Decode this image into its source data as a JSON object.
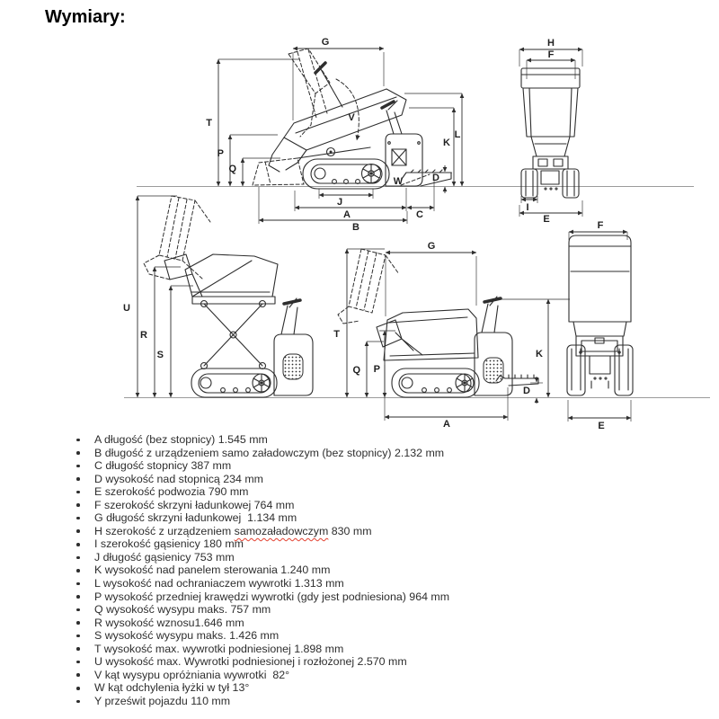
{
  "page": {
    "title": "Wymiary:"
  },
  "figure": {
    "line_color": "#2e2e2e",
    "ground_line_color": "#9b9b9b",
    "views": {
      "v1": {
        "name": "side-view-skip-tipped",
        "labels": [
          "G",
          "T",
          "P",
          "Q",
          "V",
          "K",
          "L",
          "W",
          "D",
          "J",
          "A",
          "B",
          "C"
        ]
      },
      "v2": {
        "name": "rear-view",
        "labels": [
          "H",
          "F",
          "I",
          "E"
        ]
      },
      "v3": {
        "name": "side-view-scissor-raised",
        "labels": [
          "U",
          "R",
          "S"
        ]
      },
      "v4": {
        "name": "side-view-lowered",
        "labels": [
          "G",
          "T",
          "Q",
          "P",
          "K",
          "D",
          "A"
        ]
      },
      "v5": {
        "name": "front-view",
        "labels": [
          "F",
          "E"
        ]
      }
    }
  },
  "dim_list": {
    "spell_underline_color": "#e2402f",
    "items": [
      {
        "text": "A długość (bez stopnicy) 1.545 mm"
      },
      {
        "text": "B długość z urządzeniem samo załadowczym (bez stopnicy) 2.132 mm"
      },
      {
        "text": "C długość stopnicy 387 mm"
      },
      {
        "text": "D wysokość nad stopnicą 234 mm"
      },
      {
        "text": "E szerokość podwozia 790 mm"
      },
      {
        "text": "F szerokość skrzyni ładunkowej 764 mm"
      },
      {
        "text": "G długość skrzyni ładunkowej  1.134 mm"
      },
      {
        "text": "H szerokość z urządzeniem samozaładowczym 830 mm",
        "misspelled": "samozaładowczym"
      },
      {
        "text": "I szerokość gąsienicy 180 mm"
      },
      {
        "text": "J długość gąsienicy 753 mm"
      },
      {
        "text": "K wysokość nad panelem sterowania 1.240 mm"
      },
      {
        "text": "L wysokość nad ochraniaczem wywrotki 1.313 mm"
      },
      {
        "text": "P wysokość przedniej krawędzi wywrotki (gdy jest podniesiona) 964 mm"
      },
      {
        "text": "Q wysokość wysypu maks. 757 mm"
      },
      {
        "text": "R wysokość wznosu1.646 mm"
      },
      {
        "text": "S wysokość wysypu maks. 1.426 mm"
      },
      {
        "text": "T wysokość max. wywrotki podniesionej 1.898 mm"
      },
      {
        "text": "U wysokość max. Wywrotki podniesionej i rozłożonej 2.570 mm"
      },
      {
        "text": "V kąt wysypu opróżniania wywrotki  82°"
      },
      {
        "text": "W kąt odchylenia łyżki w tył 13°"
      },
      {
        "text": "Y prześwit pojazdu 110 mm"
      }
    ]
  }
}
